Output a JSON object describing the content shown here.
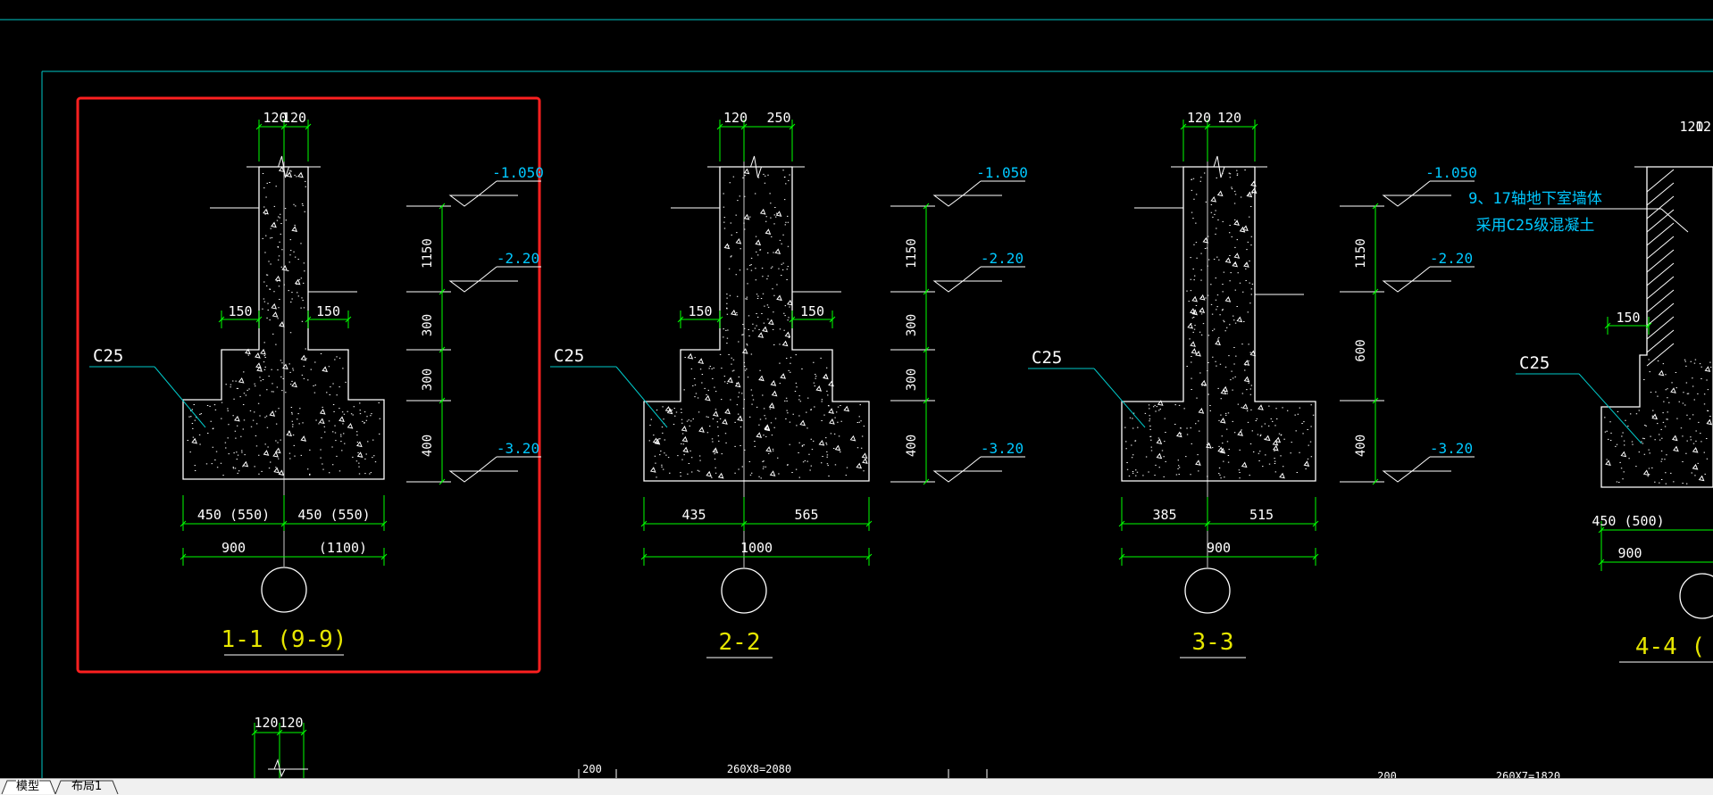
{
  "tabs": [
    {
      "label": "模型",
      "active": true
    },
    {
      "label": "布局1",
      "active": false
    }
  ],
  "colors": {
    "background": "#000000",
    "frame": "#00c8c8",
    "dimension": "#00ff00",
    "leader": "#00c8c8",
    "elevation_text": "#00c8ff",
    "section_title": "#e6e600",
    "outline": "#ffffff",
    "selection": "#ff2020"
  },
  "sections": [
    {
      "title": "1-1 (9-9)",
      "top_dims": [
        "120",
        "120"
      ],
      "step_dims": [
        "150",
        "150"
      ],
      "material": "C25",
      "elevations": [
        "-1.050",
        "-2.20",
        "-3.20"
      ],
      "vertical_dims": [
        "1150",
        "300",
        "300",
        "400"
      ],
      "bottom_dims_row1": [
        "450 (550)",
        "450 (550)"
      ],
      "bottom_dims_row2": [
        "900",
        "(1100)"
      ]
    },
    {
      "title": "2-2",
      "top_dims": [
        "120",
        "250"
      ],
      "step_dims": [
        "150",
        "150"
      ],
      "material": "C25",
      "elevations": [
        "-1.050",
        "-2.20",
        "-3.20"
      ],
      "vertical_dims": [
        "1150",
        "300",
        "300",
        "400"
      ],
      "bottom_dims_row1": [
        "435",
        "565"
      ],
      "bottom_dims_row2": [
        "1000"
      ]
    },
    {
      "title": "3-3",
      "top_dims": [
        "120",
        "120"
      ],
      "material": "C25",
      "elevations": [
        "-1.050",
        "-2.20",
        "-3.20"
      ],
      "vertical_dims": [
        "1150",
        "600",
        "400"
      ],
      "bottom_dims_row1": [
        "385",
        "515"
      ],
      "bottom_dims_row2": [
        "900"
      ]
    },
    {
      "title": "4-4 (",
      "top_dims": [
        "120",
        "12"
      ],
      "step_dims": [
        "150"
      ],
      "material": "C25",
      "note_line1": "9、17轴地下室墙体",
      "note_line2": "采用C25级混凝土",
      "bottom_dims_row1": [
        "450 (500)"
      ],
      "bottom_dims_row2": [
        "900"
      ]
    }
  ],
  "lower_strip": {
    "top_dims": [
      "120",
      "120"
    ],
    "labels": [
      "200",
      "260X8=2080",
      "200",
      "260X7=1820"
    ]
  }
}
